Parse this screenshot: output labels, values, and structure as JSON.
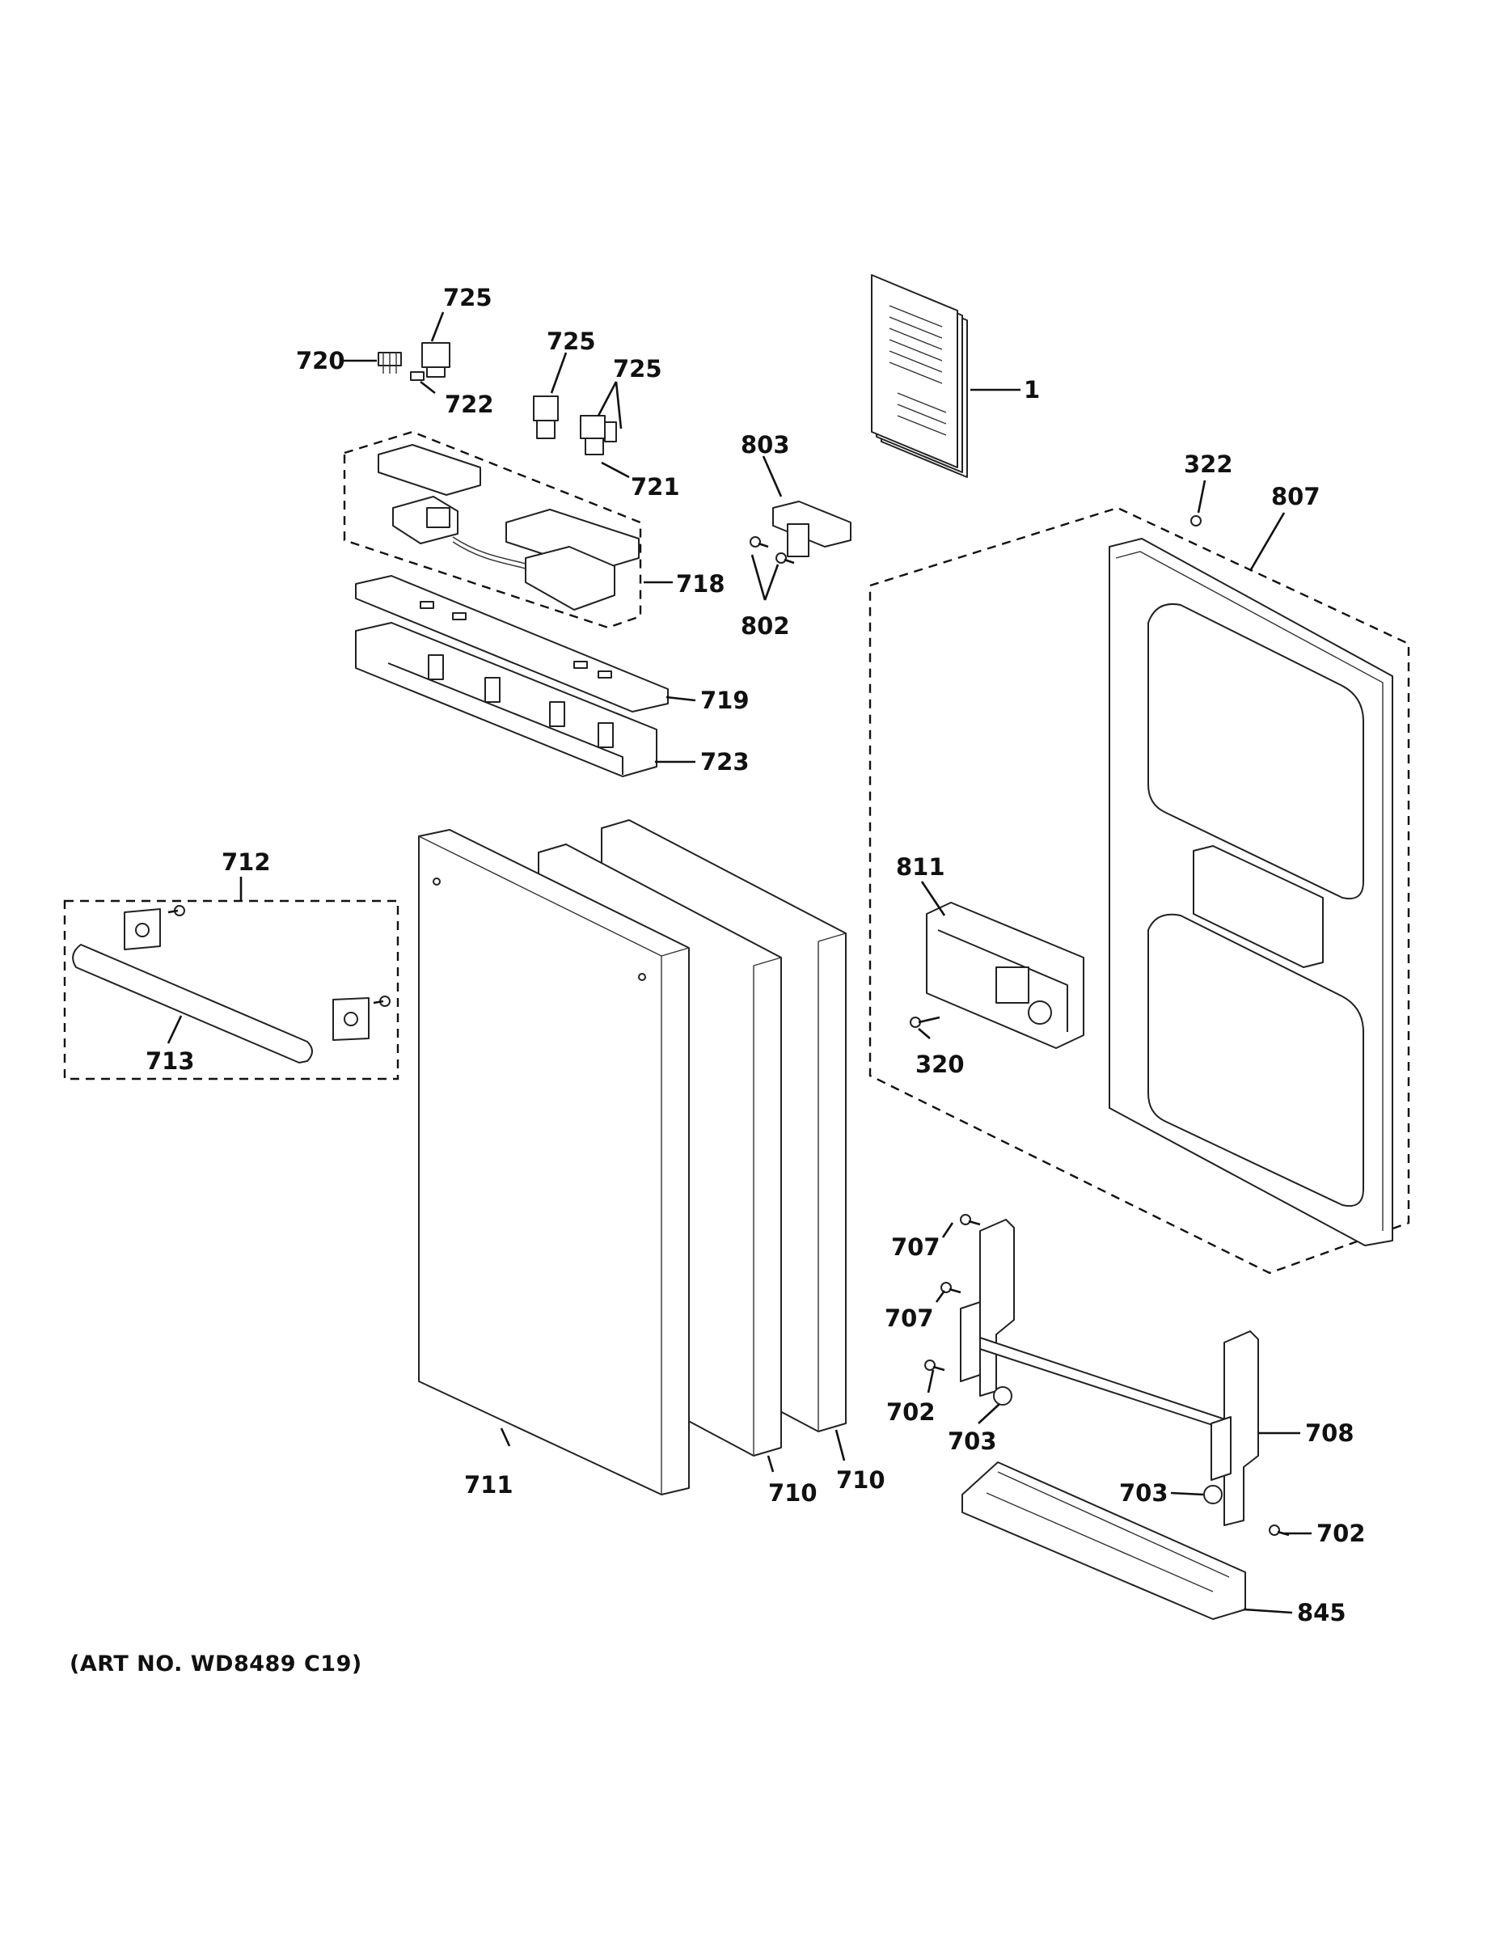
{
  "callouts": {
    "c1": "1",
    "c320": "320",
    "c322": "322",
    "c702a": "702",
    "c702b": "702",
    "c703a": "703",
    "c703b": "703",
    "c707a": "707",
    "c707b": "707",
    "c708": "708",
    "c710a": "710",
    "c710b": "710",
    "c711": "711",
    "c712": "712",
    "c713": "713",
    "c718": "718",
    "c719": "719",
    "c720": "720",
    "c721": "721",
    "c722": "722",
    "c723": "723",
    "c725a": "725",
    "c725b": "725",
    "c725c": "725",
    "c802": "802",
    "c803": "803",
    "c807": "807",
    "c811": "811",
    "c845": "845"
  },
  "art_number": "(ART NO. WD8489 C19)"
}
